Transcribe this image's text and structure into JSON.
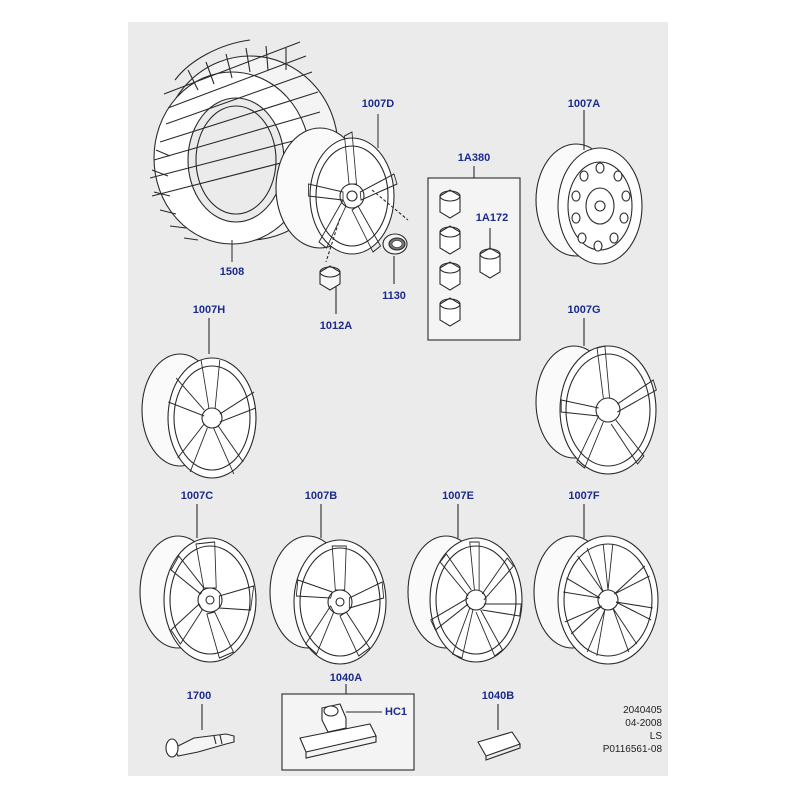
{
  "callouts": {
    "tyre": "1508",
    "wheel_d": "1007D",
    "wheel_nut_single": "1012A",
    "center_cap": "1130",
    "nut_kit": "1A380",
    "locking_nut": "1A172",
    "wheel_a": "1007A",
    "wheel_h": "1007H",
    "wheel_g": "1007G",
    "wheel_c": "1007C",
    "wheel_b": "1007B",
    "wheel_e": "1007E",
    "wheel_f": "1007F",
    "valve": "1700",
    "weight_kit": "1040A",
    "weight_clip": "HC1",
    "weight_adhesive": "1040B"
  },
  "info_block": {
    "line1": "2040405",
    "line2": "04-2008",
    "line3": "LS",
    "line4": "P0116561-08"
  },
  "colors": {
    "panel": "#ebebeb",
    "label": "#1c2a8c",
    "line": "#2a2a2a"
  }
}
